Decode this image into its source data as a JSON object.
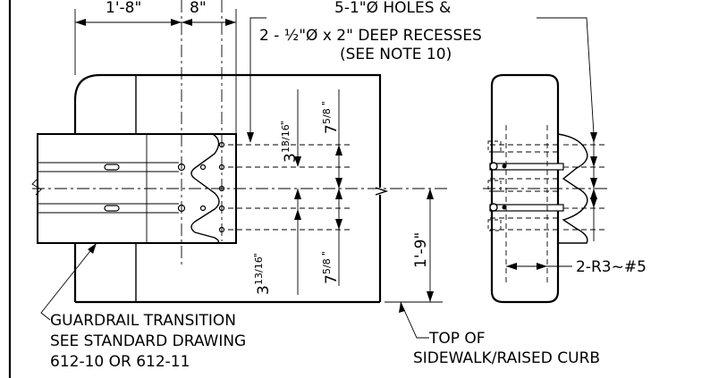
{
  "dimensions": {
    "width_1": "1'-8\"",
    "width_2": "8\"",
    "holes_line1": "5-1\"Ø HOLES &",
    "holes_line2": "2 - ½\"Ø x 2\" DEEP RECESSES",
    "holes_line3": "(SEE NOTE 10)",
    "upper_offset_whole": "3",
    "upper_offset_frac": "13/16",
    "upper_offset_unit": "\"",
    "upper_spacing_whole": "7",
    "upper_spacing_frac": "5/8",
    "upper_spacing_unit": "\"",
    "lower_offset_whole": "3",
    "lower_offset_frac": "13/16",
    "lower_offset_unit": "\"",
    "lower_spacing_whole": "7",
    "lower_spacing_frac": "5/8",
    "lower_spacing_unit": "\"",
    "height": "1'-9\"",
    "rebar": "2-R3~#5"
  },
  "notes": {
    "guardrail_line1": "GUARDRAIL TRANSITION",
    "guardrail_line2": "SEE STANDARD DRAWING",
    "guardrail_line3": "612-10 OR 612-11",
    "curb_line1": "TOP OF",
    "curb_line2": "SIDEWALK/RAISED CURB"
  }
}
